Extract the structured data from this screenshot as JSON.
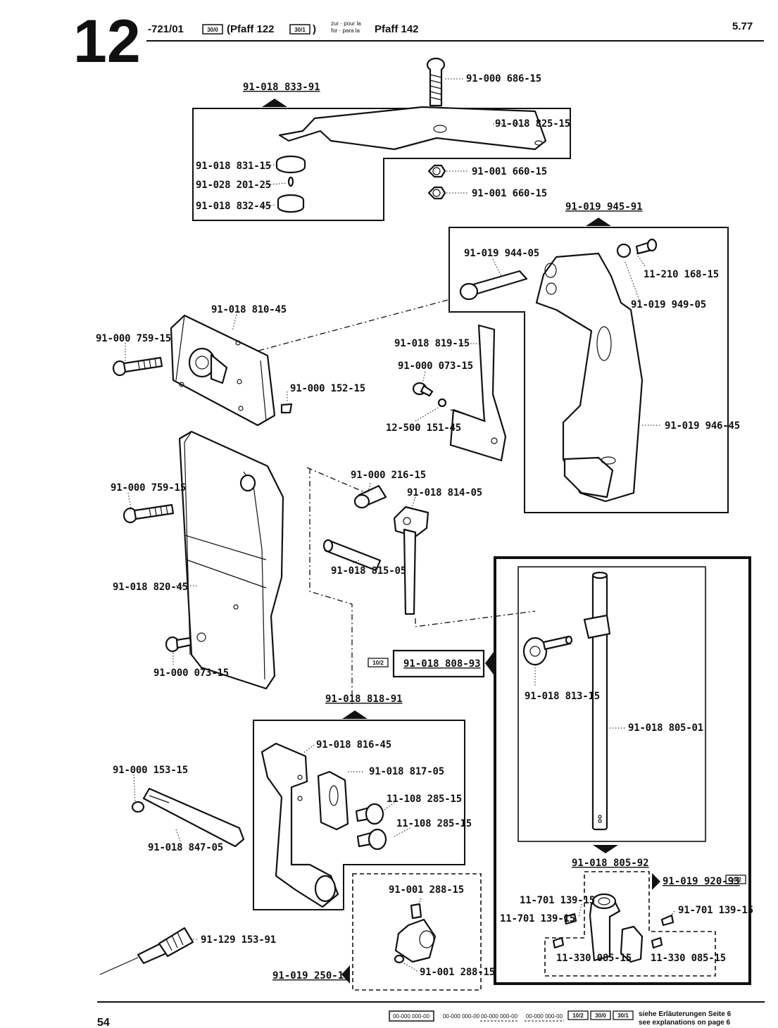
{
  "header": {
    "plate_number": "12",
    "model_line_a": "-721/01",
    "model_line_b": "(Pfaff 122",
    "small_top": "zur · pour la",
    "small_bottom": "for · para la",
    "model_line_c": "Pfaff 142",
    "edition": "5.77",
    "badge_a": "30/0",
    "badge_b": "30/1"
  },
  "assemblies": [
    {
      "id": "a1",
      "label": "91-018 833-91"
    },
    {
      "id": "a2",
      "label": "91-019 945-91"
    },
    {
      "id": "a3",
      "label": "91-018 818-91"
    },
    {
      "id": "a4",
      "label": "91-018 808-93",
      "badge": "10/2"
    },
    {
      "id": "a5",
      "label": "91-018 805-92"
    },
    {
      "id": "a6",
      "label": "91-019 920-93",
      "badge": "10/2"
    },
    {
      "id": "a7",
      "label": "91-019 250-11"
    }
  ],
  "parts": [
    "91-000 686-15",
    "91-018 825-15",
    "91-018 831-15",
    "91-028 201-25",
    "91-018 832-45",
    "91-001 660-15",
    "91-001 660-15",
    "91-019 944-05",
    "11-210 168-15",
    "91-019 949-05",
    "91-018 810-45",
    "91-000 759-15",
    "91-018 819-15",
    "91-000 073-15",
    "91-000 152-15",
    "12-500 151-45",
    "91-019 946-45",
    "91-000 759-15",
    "91-000 216-15",
    "91-018 814-05",
    "91-018 815-05",
    "91-018 820-45",
    "91-000 073-15",
    "91-018 813-15",
    "91-018 805-01",
    "91-000 153-15",
    "91-018 816-45",
    "91-018 817-05",
    "11-108 285-15",
    "11-108 285-15",
    "91-018 847-05",
    "91-001 288-15",
    "91-001 288-15",
    "91-129 153-91",
    "11-701 139-15",
    "11-701 139-15",
    "91-701 139-15",
    "11-330 085-15",
    "11-330 085-15"
  ],
  "footer": {
    "page_number": "54",
    "codes": [
      "00-000 000-00",
      "00-000 000-00",
      "00-000 000-00",
      "00-000 000-00"
    ],
    "badges": [
      "10/2",
      "30/0",
      "30/1"
    ],
    "note_de": "siehe Erläuterungen Seite 6",
    "note_en": "see explanations on page 6"
  }
}
